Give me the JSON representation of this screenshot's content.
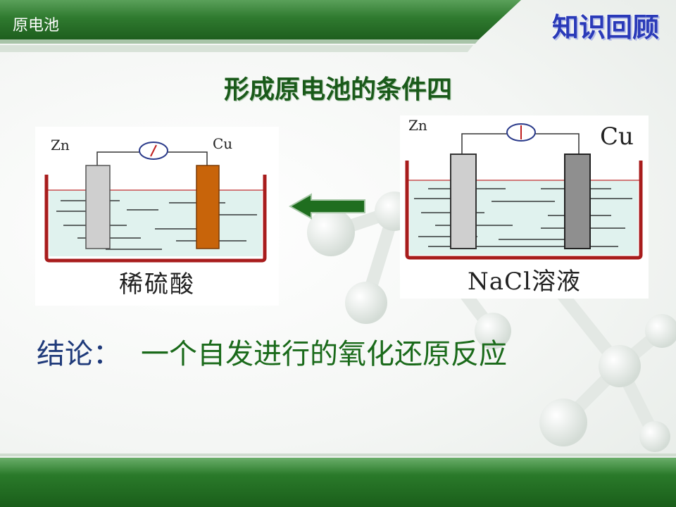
{
  "header": {
    "section_label": "原电池",
    "corner_title": "知识回顾"
  },
  "slide_title": "形成原电池的条件四",
  "cell_left": {
    "anode_label": "Zn",
    "cathode_label": "Cu",
    "solution_label": "稀硫酸"
  },
  "cell_right": {
    "anode_label": "Zn",
    "cathode_label": "Cu",
    "solution_label": "NaCl溶液"
  },
  "conclusion": {
    "label": "结论：",
    "text": "一个自发进行的氧化还原反应"
  },
  "colors": {
    "header_green": "#2f7a2f",
    "footer_green": "#1e6e1e",
    "title_green": "#1a5a1a",
    "corner_title_blue": "#2a3ab8",
    "arrow_green": "#1f6e1f",
    "copper": "#c8640a",
    "zinc_gray": "#c8c8c8",
    "beaker_red": "#b02020"
  }
}
